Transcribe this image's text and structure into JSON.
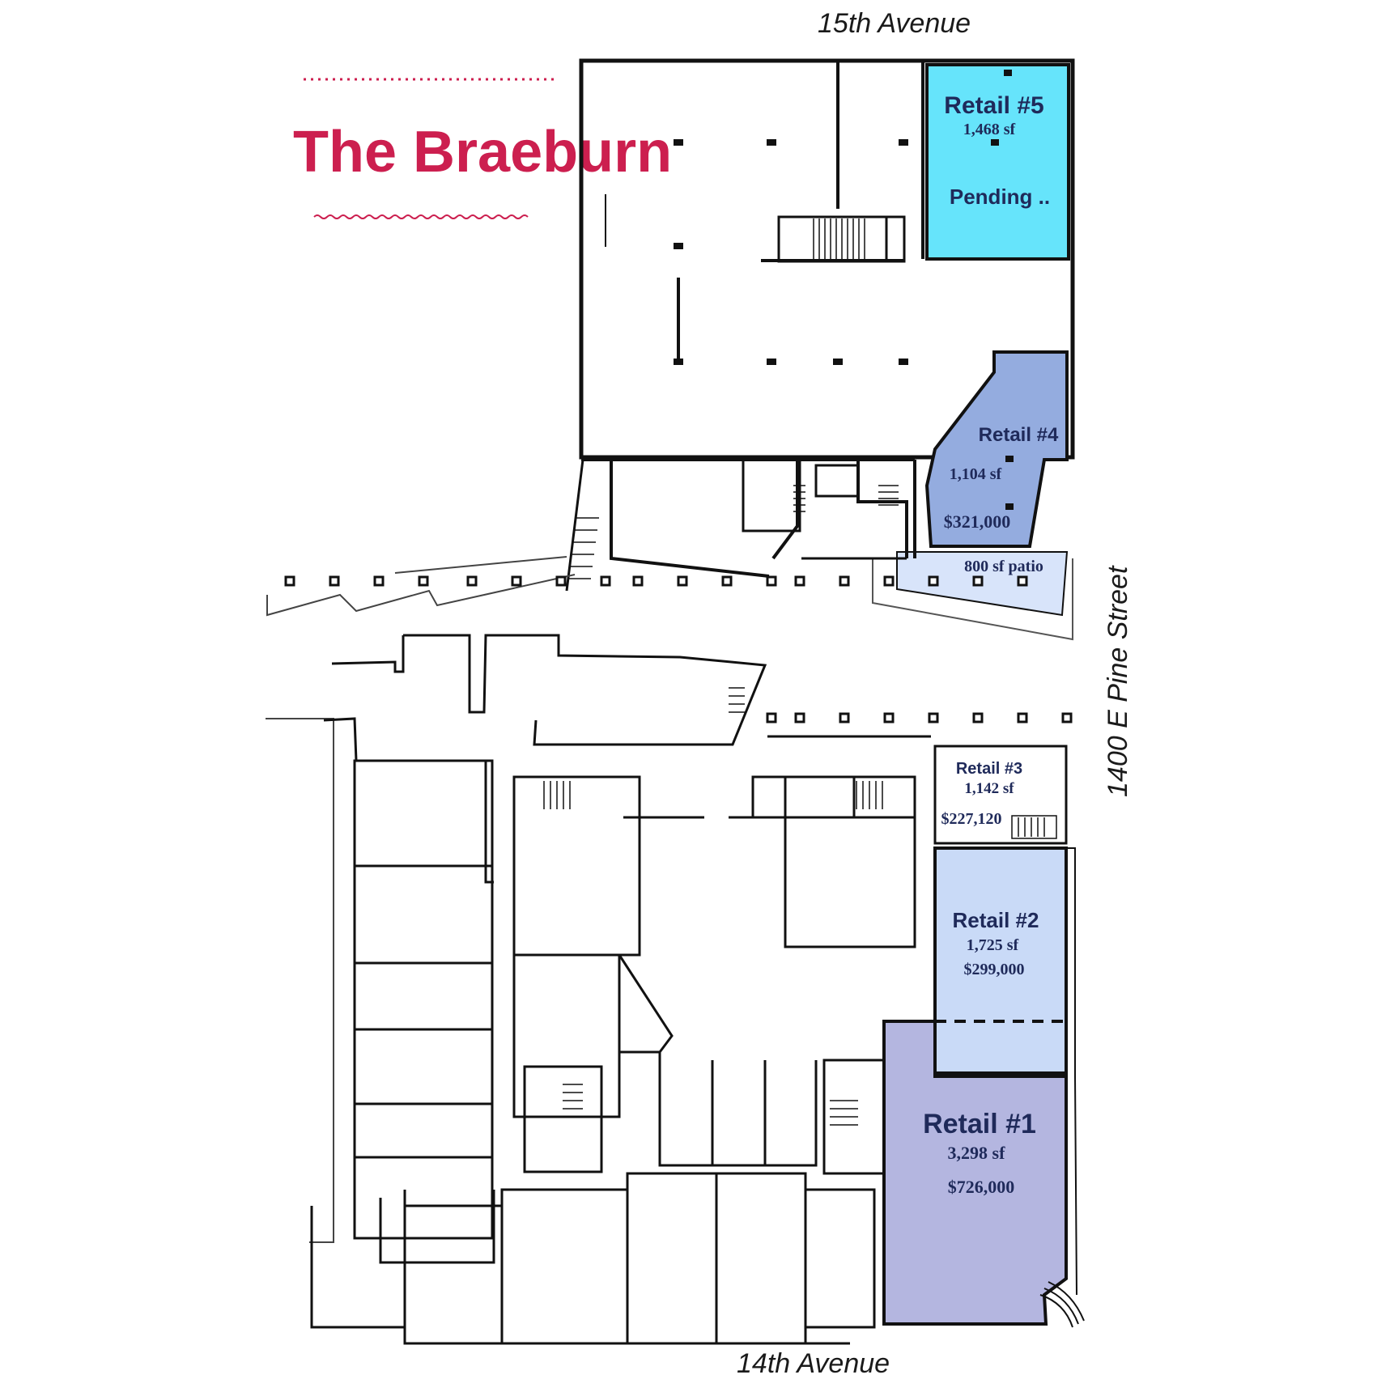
{
  "title": "The Braeburn",
  "streets": {
    "top": "15th Avenue",
    "bottom": "14th Avenue",
    "right": "1400 E Pine Street"
  },
  "units": [
    {
      "name": "Retail #5",
      "area": "1,468 sf",
      "status": "Pending ..",
      "color": "#66e4fb"
    },
    {
      "name": "Retail #4",
      "area": "1,104 sf",
      "price": "$321,000",
      "patio": "800 sf patio",
      "color": "#94acdf"
    },
    {
      "name": "Retail #3",
      "area": "1,142 sf",
      "price": "$227,120",
      "color": "#ffffff"
    },
    {
      "name": "Retail #2",
      "area": "1,725 sf",
      "price": "$299,000",
      "color": "#c9daf7"
    },
    {
      "name": "Retail #1",
      "area": "3,298 sf",
      "price": "$726,000",
      "color": "#b4b6e0"
    }
  ],
  "colors": {
    "title": "#cc1f4f",
    "walls": "#111111",
    "patio": "#d8e4fa"
  }
}
